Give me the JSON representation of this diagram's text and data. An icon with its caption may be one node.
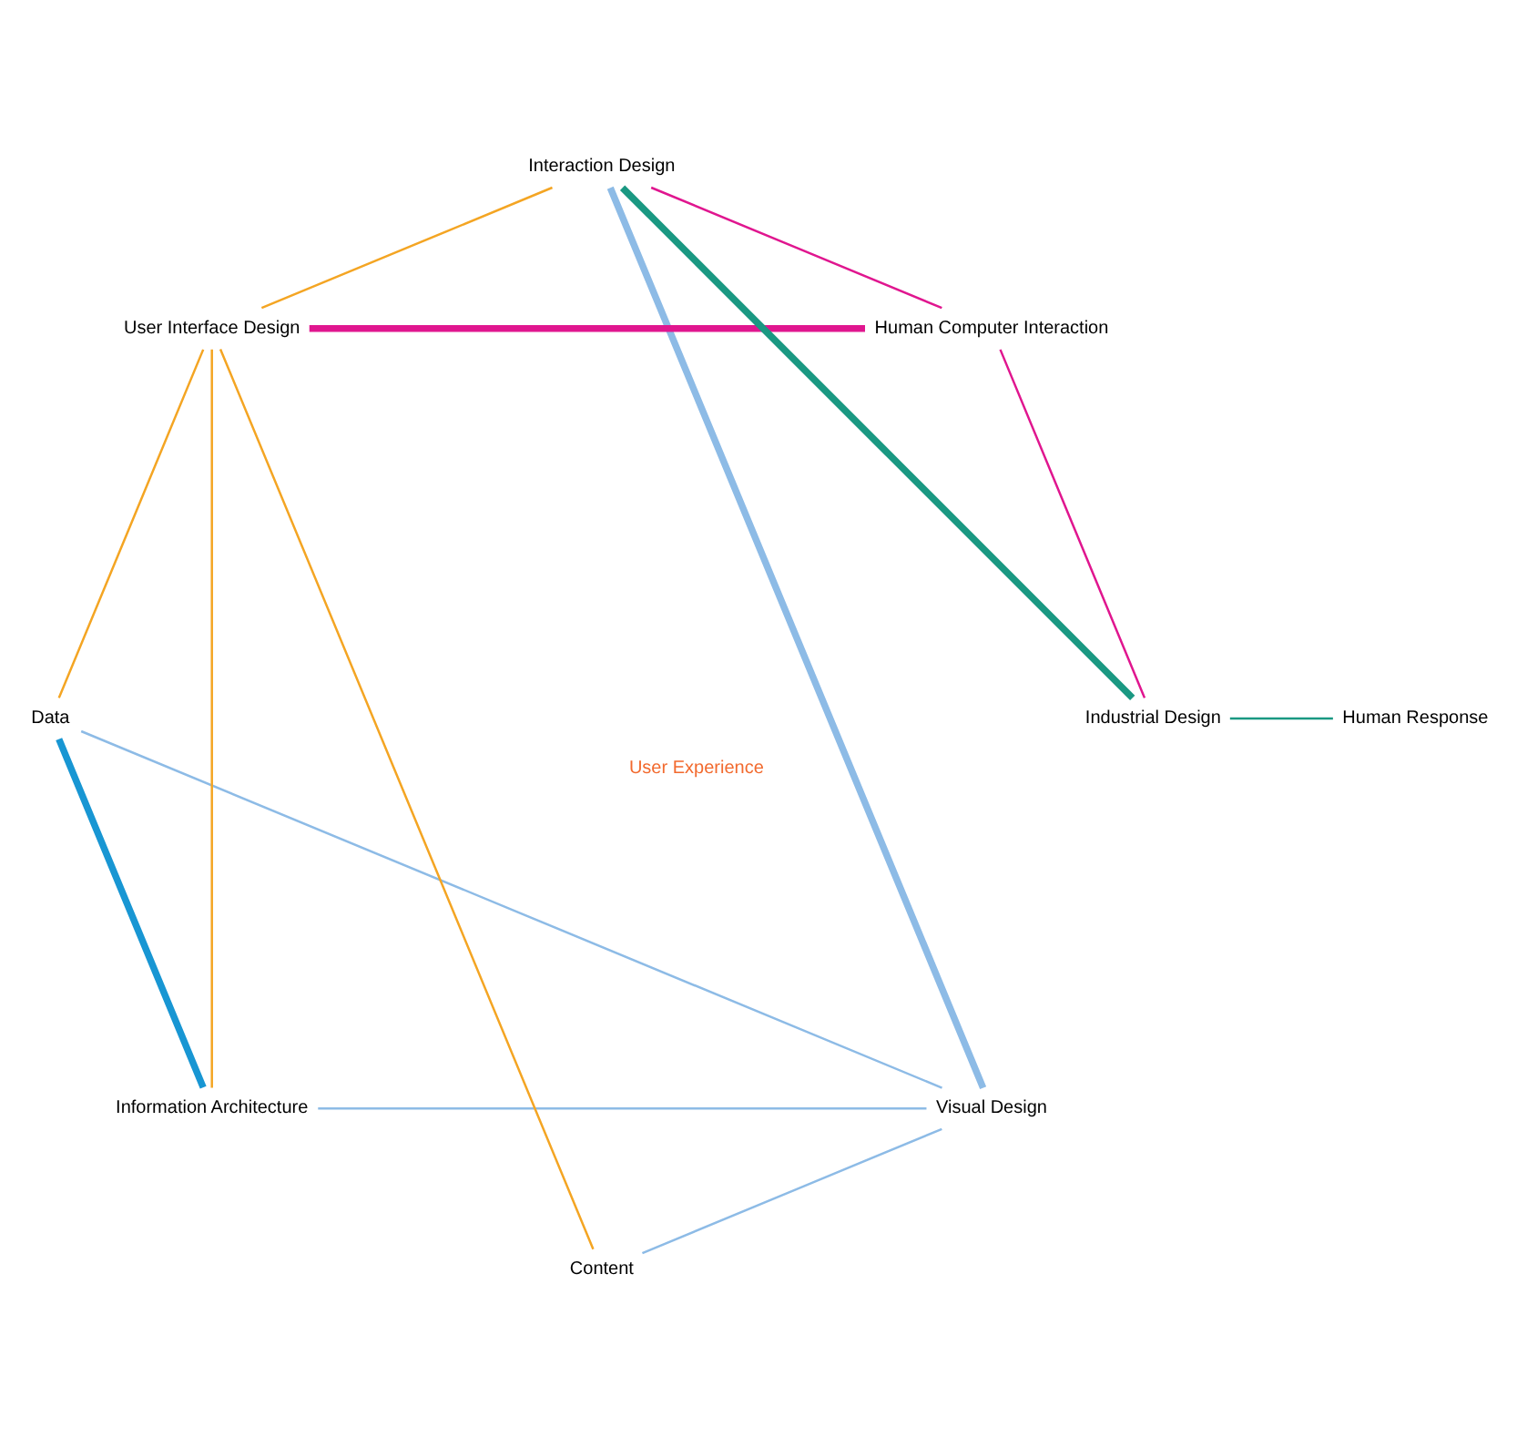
{
  "diagram": {
    "nodes": [
      {
        "text": [
          "User Experience"
        ]
      },
      {
        "text": [
          "Visual Design"
        ]
      },
      {
        "text": [
          "Information Architecture"
        ]
      },
      {
        "text": [
          "Human Computer Interaction"
        ]
      },
      {
        "text": [
          "Content"
        ]
      },
      {
        "text": [
          "User Interface Design"
        ]
      },
      {
        "text": [
          "Industrial Design"
        ]
      },
      {
        "text": [
          "Data"
        ]
      },
      {
        "text": [
          "Human Response"
        ]
      },
      {
        "text": [
          "Interaction Design"
        ]
      }
    ],
    "edges": [
      {
        "from": 1,
        "to": 9,
        "arrow": "none",
        "style": "thick",
        "color": "#8dbbe6"
      },
      {
        "from": 1,
        "to": 2,
        "arrow": "none",
        "color": "#8dbbe6"
      },
      {
        "from": 1,
        "to": 4,
        "arrow": "none",
        "color": "#8dbbe6"
      },
      {
        "from": 1,
        "to": 7,
        "arrow": "none",
        "color": "#8dbbe6"
      },
      {
        "from": 2,
        "to": 7,
        "arrow": "none",
        "style": "thick",
        "color": "#1896d3"
      },
      {
        "from": 3,
        "to": 9,
        "arrow": "none",
        "color": "#e0168f"
      },
      {
        "from": 3,
        "to": 6,
        "arrow": "none",
        "color": "#e0168f"
      },
      {
        "from": 3,
        "to": 5,
        "arrow": "none",
        "style": "thick",
        "color": "#e0168f"
      },
      {
        "from": 6,
        "to": 9,
        "arrow": "none",
        "style": "thick",
        "color": "#1a9882"
      },
      {
        "from": 6,
        "to": 8,
        "arrow": "none",
        "color": "#1a9882"
      },
      {
        "from": 5,
        "to": 9,
        "arrow": "none",
        "color": "#f4a523"
      },
      {
        "from": 5,
        "to": 7,
        "arrow": "none",
        "color": "#f4a523"
      },
      {
        "from": 5,
        "to": 2,
        "arrow": "none",
        "color": "#f4a523"
      },
      {
        "from": 5,
        "to": 4,
        "arrow": "none",
        "color": "#f4a523"
      }
    ]
  }
}
